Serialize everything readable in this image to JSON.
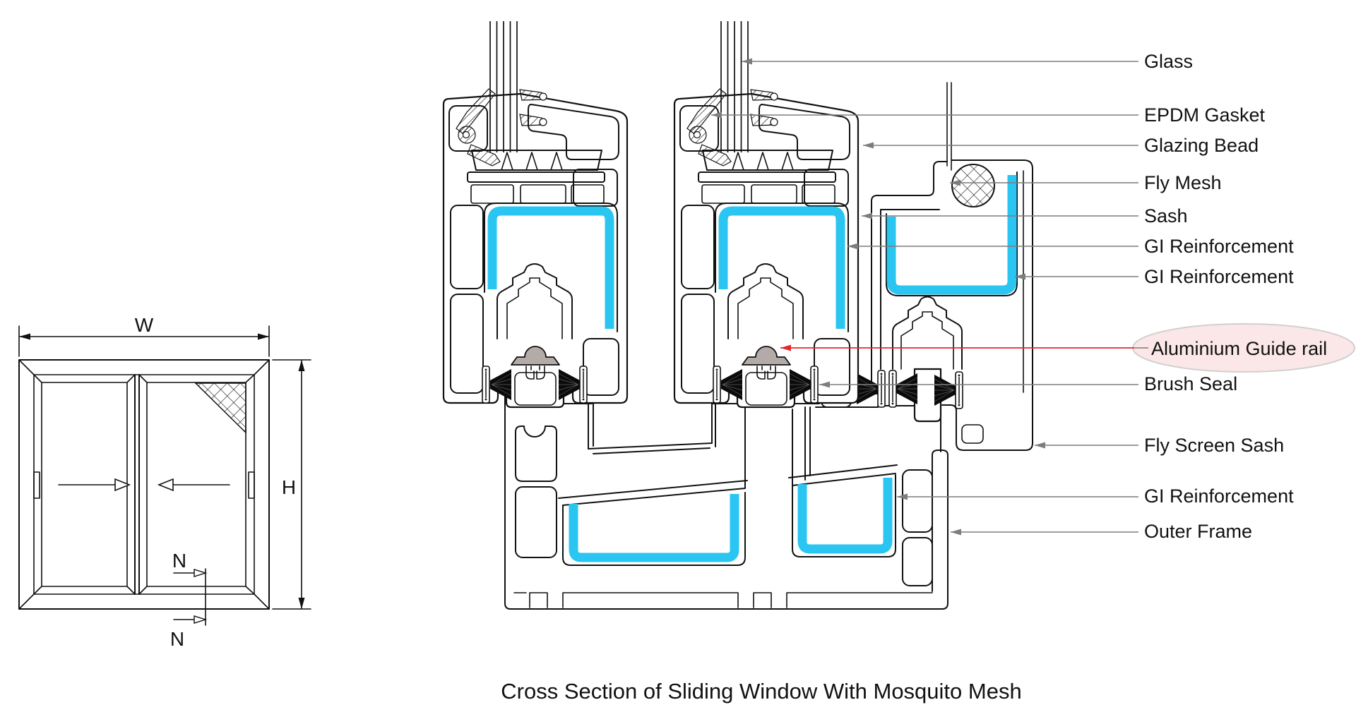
{
  "title": {
    "text": "Cross Section of Sliding Window With Mosquito Mesh"
  },
  "elevation": {
    "width_label": "W",
    "height_label": "H",
    "section_label_top": "N",
    "section_label_bottom": "N"
  },
  "labels": [
    {
      "text": "Glass"
    },
    {
      "text": "EPDM Gasket"
    },
    {
      "text": "Glazing Bead"
    },
    {
      "text": "Fly Mesh"
    },
    {
      "text": "Sash"
    },
    {
      "text": "GI Reinforcement"
    },
    {
      "text": "GI Reinforcement"
    },
    {
      "text": "Aluminium Guide rail"
    },
    {
      "text": "Brush Seal"
    },
    {
      "text": "Fly Screen Sash"
    },
    {
      "text": "GI Reinforcement"
    },
    {
      "text": "Outer Frame"
    }
  ],
  "colors": {
    "reinforcement_cyan": "#2bc5f2",
    "roller_gray": "#b3aba7",
    "highlight_pink": "#fbe7e7",
    "leader_red": "#e8262b",
    "leader_gray": "#7d7d7d"
  }
}
